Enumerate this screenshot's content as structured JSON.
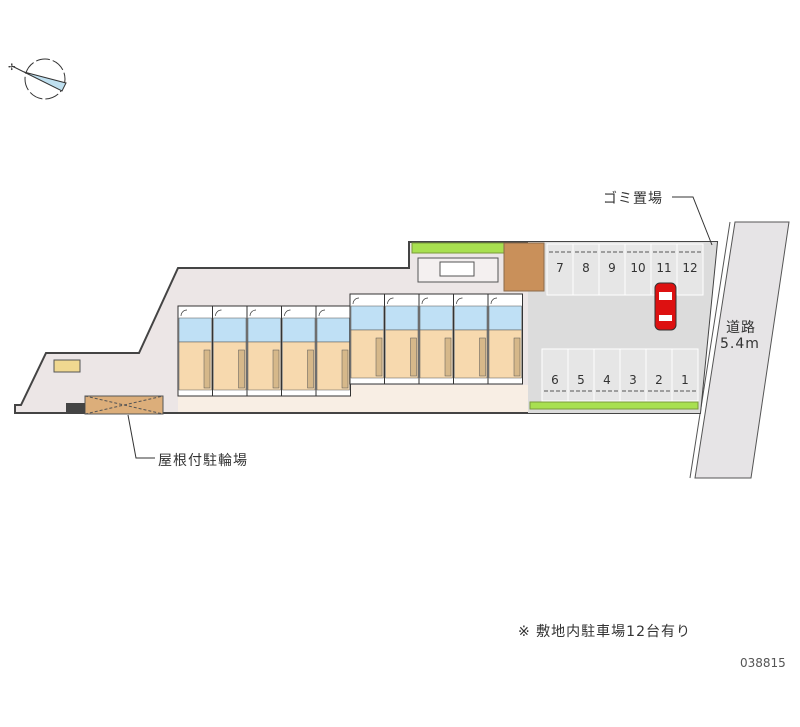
{
  "labels": {
    "garbage": "ゴミ置場",
    "road_name": "道路",
    "road_width": "5.4m",
    "bicycle_parking": "屋根付駐輪場",
    "parking_note": "※ 敷地内駐車場12台有り",
    "property_code": "038815"
  },
  "parking": {
    "top_row": [
      "7",
      "8",
      "9",
      "10",
      "11",
      "12"
    ],
    "bottom_row": [
      "6",
      "5",
      "4",
      "3",
      "2",
      "1"
    ]
  },
  "units": {
    "row_left_count": 5,
    "row_right_count": 5
  },
  "colors": {
    "site": "#ece6e6",
    "road": "#e6e4e6",
    "parking": "#dcdcdc",
    "room_blue": "#bfe0f5",
    "room_tan": "#f7d9ae",
    "hedge": "#a8e050",
    "car": "#dd1111"
  }
}
